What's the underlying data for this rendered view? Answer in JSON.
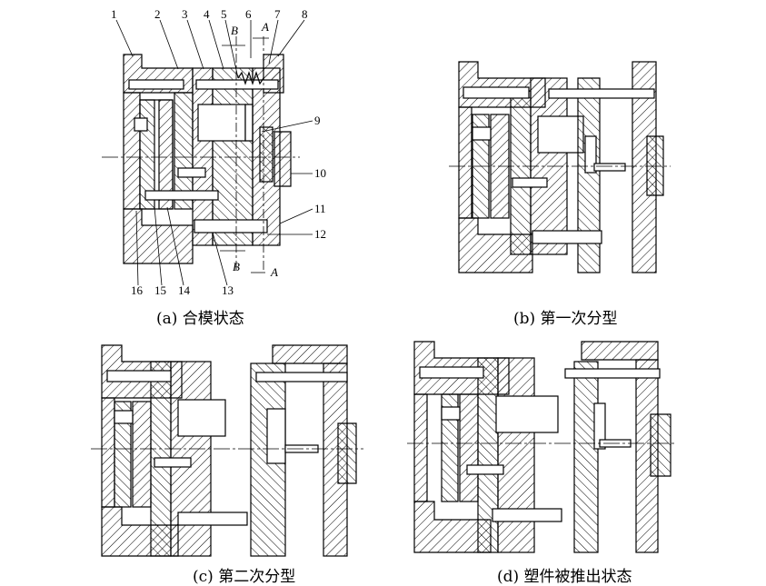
{
  "captions": {
    "a": "(a)  合模状态",
    "b": "(b)  第一次分型",
    "c": "(c)  第二次分型",
    "d": "(d)  塑件被推出状态"
  },
  "part_numbers": [
    "1",
    "2",
    "3",
    "4",
    "5",
    "6",
    "7",
    "8",
    "9",
    "10",
    "11",
    "12",
    "13",
    "14",
    "15",
    "16"
  ],
  "section_labels": {
    "A": "A",
    "B": "B"
  },
  "colors": {
    "line": "#000000",
    "background": "#ffffff"
  }
}
